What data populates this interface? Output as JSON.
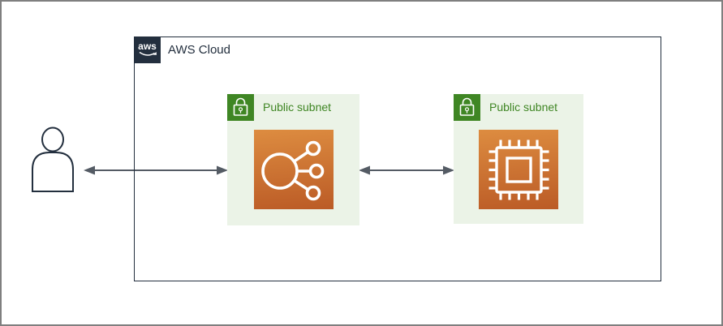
{
  "page": {
    "background": "#ffffff",
    "border_color": "#7f7f7f"
  },
  "aws_cloud": {
    "label": "AWS Cloud",
    "logo_text": "aws",
    "border_color": "#232f3e",
    "logo_bg": "#232f3e"
  },
  "user": {
    "icon": "user-icon",
    "stroke_color": "#232f3e"
  },
  "subnets": [
    {
      "label": "Public subnet",
      "label_color": "#3f8624",
      "bg": "#ebf3e7",
      "badge_icon": "lock-icon",
      "badge_color": "#3f8624",
      "service_icon": "elastic-load-balancing-icon"
    },
    {
      "label": "Public subnet",
      "label_color": "#3f8624",
      "bg": "#ebf3e7",
      "badge_icon": "lock-icon",
      "badge_color": "#3f8624",
      "service_icon": "ec2-instance-icon"
    }
  ],
  "service_icon_colors": {
    "gradient_top": "#dd8c40",
    "gradient_bottom": "#bb5b26",
    "glyph": "#ffffff"
  },
  "arrows": {
    "color": "#545b64",
    "items": [
      {
        "name": "user-to-load-balancer",
        "bidirectional": true
      },
      {
        "name": "load-balancer-to-ec2-instance",
        "bidirectional": true
      }
    ]
  }
}
